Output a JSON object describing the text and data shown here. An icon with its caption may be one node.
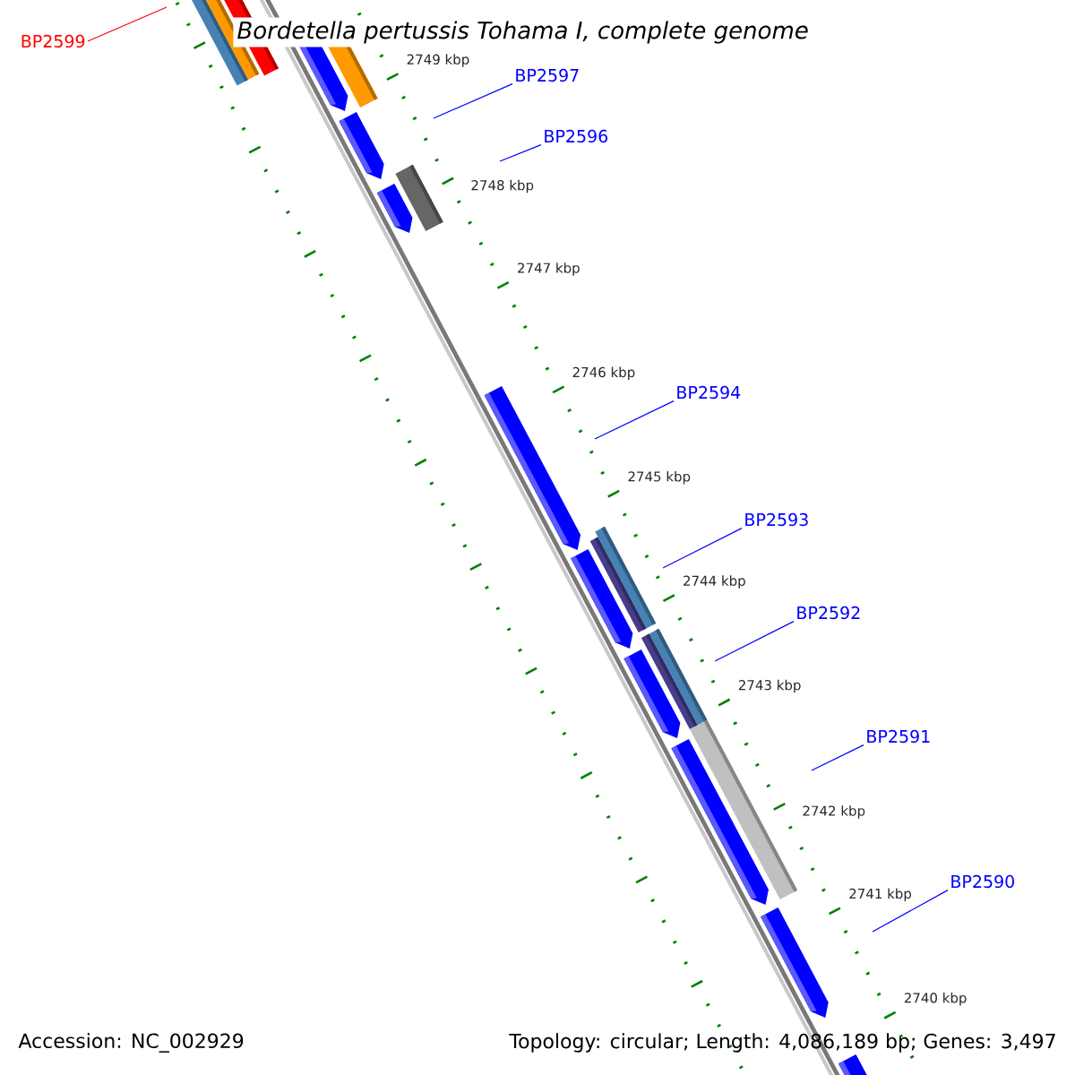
{
  "diagram": {
    "title": "Bordetella pertussis Tohama I, complete genome",
    "nodes": [
      {
        "text": [
          "BP2599"
        ]
      },
      {
        "text": [
          "BP2597"
        ]
      },
      {
        "text": [
          "BP2596"
        ]
      },
      {
        "text": [
          "BP2594"
        ]
      },
      {
        "text": [
          "BP2593"
        ]
      },
      {
        "text": [
          "BP2592"
        ]
      },
      {
        "text": [
          "BP2591"
        ]
      },
      {
        "text": [
          "BP2590"
        ]
      }
    ],
    "edges": [
      {
        "from": 0,
        "to": null,
        "arrow": "none",
        "color": "#ff0000"
      },
      {
        "from": 1,
        "to": null,
        "arrow": "none"
      },
      {
        "from": 2,
        "to": null,
        "arrow": "none"
      },
      {
        "from": 3,
        "to": null,
        "arrow": "none"
      },
      {
        "from": 4,
        "to": null,
        "arrow": "none"
      },
      {
        "from": 5,
        "to": null,
        "arrow": "none"
      },
      {
        "from": 6,
        "to": null,
        "arrow": "none"
      },
      {
        "from": 7,
        "to": null,
        "arrow": "none"
      }
    ],
    "labels": [
      "2749 kbp",
      "2748 kbp",
      "2747 kbp",
      "2746 kbp",
      "2745 kbp",
      "2744 kbp",
      "2743 kbp",
      "2742 kbp",
      "2741 kbp",
      "2740 kbp",
      "Accession: NC_002929",
      "Topology: circular; Length: 4,086,189 bp; Genes: 3,497"
    ]
  }
}
